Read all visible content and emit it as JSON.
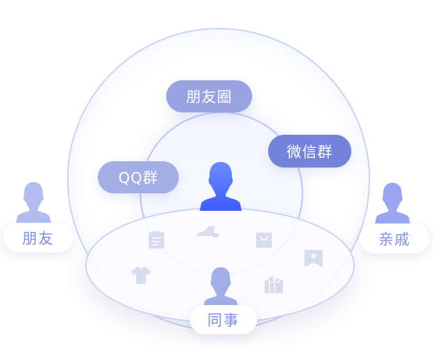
{
  "diagram": {
    "center": {
      "label": "",
      "icon": "user-icon",
      "color": "#4c6bff"
    },
    "groups": [
      {
        "label": "朋友圈",
        "color": "#98a3e3"
      },
      {
        "label": "微信群",
        "color": "#7582da"
      },
      {
        "label": "QQ群",
        "color": "#a3aee6"
      }
    ],
    "people": [
      {
        "label": "朋友",
        "icon": "user-icon",
        "color": "#b3bdf0"
      },
      {
        "label": "亲戚",
        "icon": "user-icon",
        "color": "#9aa6f3"
      },
      {
        "label": "同事",
        "icon": "user-icon",
        "color": "#a3aee8"
      }
    ],
    "items": [
      {
        "icon": "clipboard-icon"
      },
      {
        "icon": "shoe-icon"
      },
      {
        "icon": "shopping-bag-icon"
      },
      {
        "icon": "bookmark-icon"
      },
      {
        "icon": "tshirt-icon"
      },
      {
        "icon": "gift-icon"
      }
    ],
    "colors": {
      "outer_ring": "#c9d3f5",
      "inner_ring": "#b9c6f7",
      "label_text": "#7d8ce6",
      "item_icon": "#d8dcef"
    }
  }
}
